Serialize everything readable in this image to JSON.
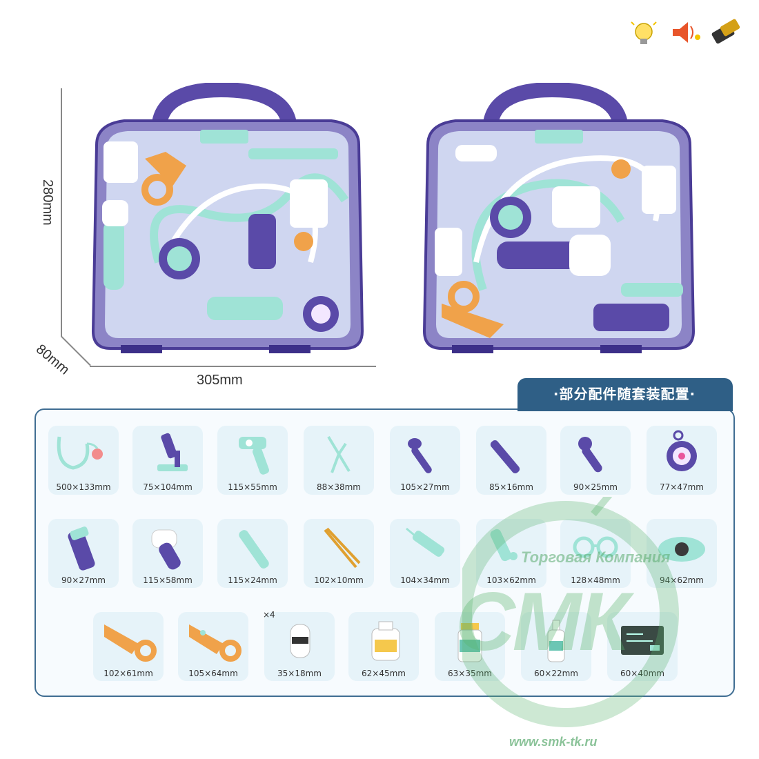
{
  "dimensions": {
    "height": "280mm",
    "depth": "80mm",
    "width": "305mm"
  },
  "panel": {
    "title": "·部分配件随套装配置·"
  },
  "accessories": [
    {
      "size": "500×133mm",
      "icon": "stethoscope-icon"
    },
    {
      "size": "75×104mm",
      "icon": "microscope-icon"
    },
    {
      "size": "115×55mm",
      "icon": "clamp-icon"
    },
    {
      "size": "88×38mm",
      "icon": "forceps-icon"
    },
    {
      "size": "105×27mm",
      "icon": "spoon-icon"
    },
    {
      "size": "85×16mm",
      "icon": "scalpel-icon"
    },
    {
      "size": "90×25mm",
      "icon": "reflex-hammer-icon"
    },
    {
      "size": "77×47mm",
      "icon": "blood-pressure-gauge-icon"
    },
    {
      "size": "90×27mm",
      "icon": "flashlight-icon"
    },
    {
      "size": "115×58mm",
      "icon": "otoscope-icon"
    },
    {
      "size": "115×24mm",
      "icon": "tongue-depressor-icon"
    },
    {
      "size": "102×10mm",
      "icon": "tweezers-icon"
    },
    {
      "size": "104×34mm",
      "icon": "syringe-icon"
    },
    {
      "size": "103×62mm",
      "icon": "thermometer-icon"
    },
    {
      "size": "128×48mm",
      "icon": "glasses-icon"
    },
    {
      "size": "94×62mm",
      "icon": "pill-box-icon"
    },
    {
      "size": "102×61mm",
      "icon": "scissors-icon"
    },
    {
      "size": "105×64mm",
      "icon": "scissors-icon"
    },
    {
      "size": "35×18mm",
      "icon": "pill-bottle-icon",
      "qty": "×4"
    },
    {
      "size": "62×45mm",
      "icon": "medicine-bottle-icon"
    },
    {
      "size": "63×35mm",
      "icon": "medicine-bottle-icon"
    },
    {
      "size": "60×22mm",
      "icon": "dropper-bottle-icon"
    },
    {
      "size": "60×40mm",
      "icon": "chalkboard-icon"
    }
  ],
  "watermark": {
    "company": "Торговая Компания",
    "brand": "СМК",
    "url": "www.smk-tk.ru"
  },
  "colors": {
    "case_purple": "#5a4aa8",
    "mint": "#9fe3d6",
    "orange": "#f0a24a",
    "panel_border": "#3f6d92",
    "tile_bg": "#e6f3f9"
  }
}
